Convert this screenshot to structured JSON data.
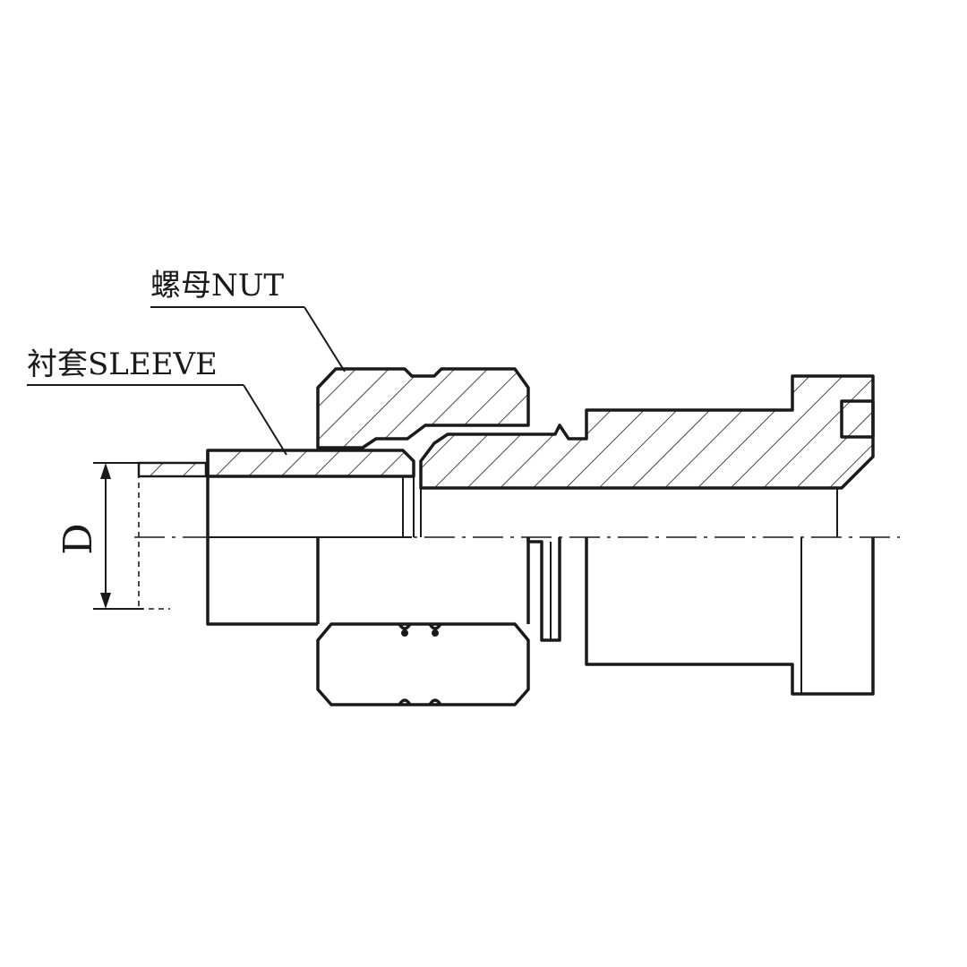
{
  "labels": {
    "nut": "螺母NUT",
    "sleeve": "衬套SLEEVE",
    "dimension": "D"
  },
  "colors": {
    "line": "#1a1a1a",
    "background": "#ffffff"
  }
}
